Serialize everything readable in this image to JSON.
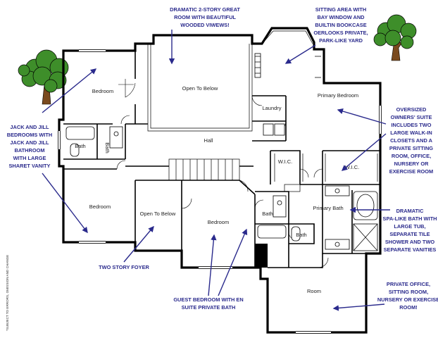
{
  "rooms": {
    "bedroom_nw": "Bedroom",
    "open_to_below_top": "Open To Below",
    "primary_bedroom": "Primary Bedroom",
    "laundry": "Laundry",
    "hall": "Hall",
    "bath_left_a": "Bath",
    "bath_left_b": "Bath",
    "wic_1": "W.I.C.",
    "wic_2": "W.I.C.",
    "bedroom_sw": "Bedroom",
    "open_to_below_foyer": "Open To Below",
    "bedroom_center": "Bedroom",
    "bath_center_a": "Bath",
    "bath_center_b": "Bath",
    "primary_bath": "Primary Bath",
    "room_se": "Room"
  },
  "notes": {
    "great_room": [
      "DRAMATIC 2-STORY GREAT",
      "ROOM WITH BEAUTIFUL",
      "WOODED VIWEWS!"
    ],
    "sitting_area": [
      "SITTING AREA WITH",
      "BAY WINDOW AND",
      "BUILTIN BOOKCASE",
      "OERLOOKS PRIVATE,",
      "PARK-LIKE YARD"
    ],
    "jack_jill": [
      "JACK AND JILL",
      "BEDROOMS WITH",
      "JACK AND JILL",
      "BATHROOM",
      "WITH LARGE",
      "SHARET VANITY"
    ],
    "owners_suite": [
      "OVERSIZED",
      "OWNERS' SUITE",
      "INCLUDES TWO",
      "LARGE WALK-IN",
      "CLOSETS AND A",
      "PRIVATE SITTING",
      "ROOM, OFFICE,",
      "NURSERY OR",
      "EXERCISE ROOM"
    ],
    "spa_bath": [
      "DRAMATIC",
      "SPA-LIKE BATH WITH",
      "LARGE TUB,",
      "SEPARATE TILE",
      "SHOWER AND TWO",
      "SEPARATE VANITIES"
    ],
    "foyer": [
      "TWO STORY FOYER"
    ],
    "guest_bedroom": [
      "GUEST BEDROOM WITH EN",
      "SUITE PRIVATE BATH"
    ],
    "private_office": [
      "PRIVATE OFFICE,",
      "SITTING ROOM,",
      "NURSERY OR EXERCISE",
      "ROOM!"
    ]
  },
  "disclaimer": "*SUBJECT TO ERRORS, OMISSION AND CHANGE",
  "colors": {
    "note_text": "#2a2a8c",
    "arrow": "#2a2a8c",
    "wall": "#000000",
    "tree_canopy": "#3e8e2a",
    "tree_trunk": "#7a4a1e"
  }
}
